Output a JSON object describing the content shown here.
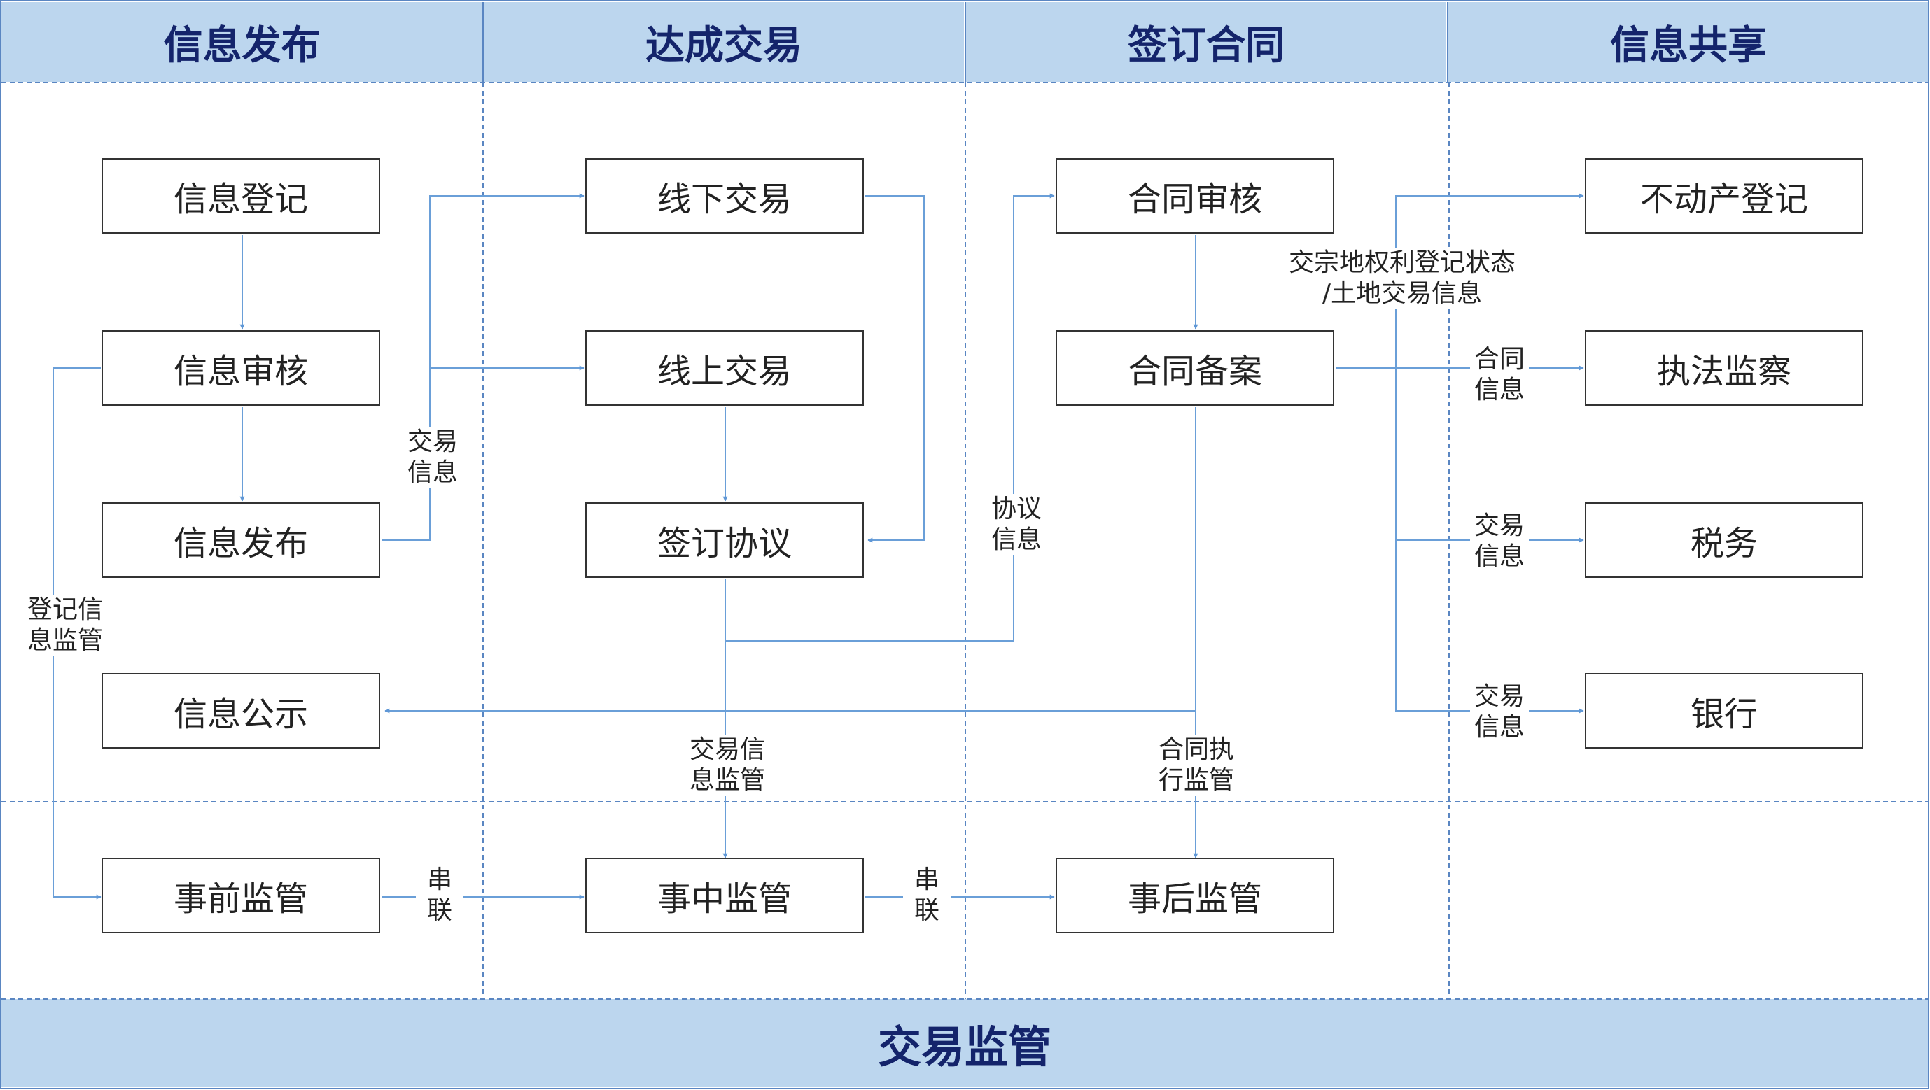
{
  "columns": [
    {
      "title": "信息发布"
    },
    {
      "title": "达成交易"
    },
    {
      "title": "签订合同"
    },
    {
      "title": "信息共享"
    }
  ],
  "footer": {
    "title": "交易监管"
  },
  "boxes": {
    "info_register": "信息登记",
    "info_review": "信息审核",
    "info_publish": "信息发布",
    "info_announce": "信息公示",
    "offline_trade": "线下交易",
    "online_trade": "线上交易",
    "sign_agreement": "签订协议",
    "contract_review": "合同审核",
    "contract_filing": "合同备案",
    "real_estate_registration": "不动产登记",
    "law_enforcement": "执法监察",
    "tax": "税务",
    "bank": "银行",
    "pre_supervision": "事前监管",
    "mid_supervision": "事中监管",
    "post_supervision": "事后监管"
  },
  "labels": {
    "trade_info": [
      "交易",
      "信息"
    ],
    "registration_supervision": [
      "登记信",
      "息监管"
    ],
    "agreement_info": [
      "协议",
      "信息"
    ],
    "trade_info_supervision": [
      "交易信",
      "息监管"
    ],
    "contract_execution_supervision": [
      "合同执",
      "行监管"
    ],
    "land_info": [
      "交宗地权利登记状态",
      "/土地交易信息"
    ],
    "contract_info": [
      "合同",
      "信息"
    ],
    "tax_trade_info": [
      "交易",
      "信息"
    ],
    "bank_trade_info": [
      "交易",
      "信息"
    ],
    "link_1": [
      "串",
      "联"
    ],
    "link_2": [
      "串",
      "联"
    ]
  },
  "colors": {
    "header_bg": "#bcd6ee",
    "header_text": "#14246b",
    "divider": "#5a86c2",
    "arrow": "#6a9fd8",
    "box_border": "#333333"
  }
}
